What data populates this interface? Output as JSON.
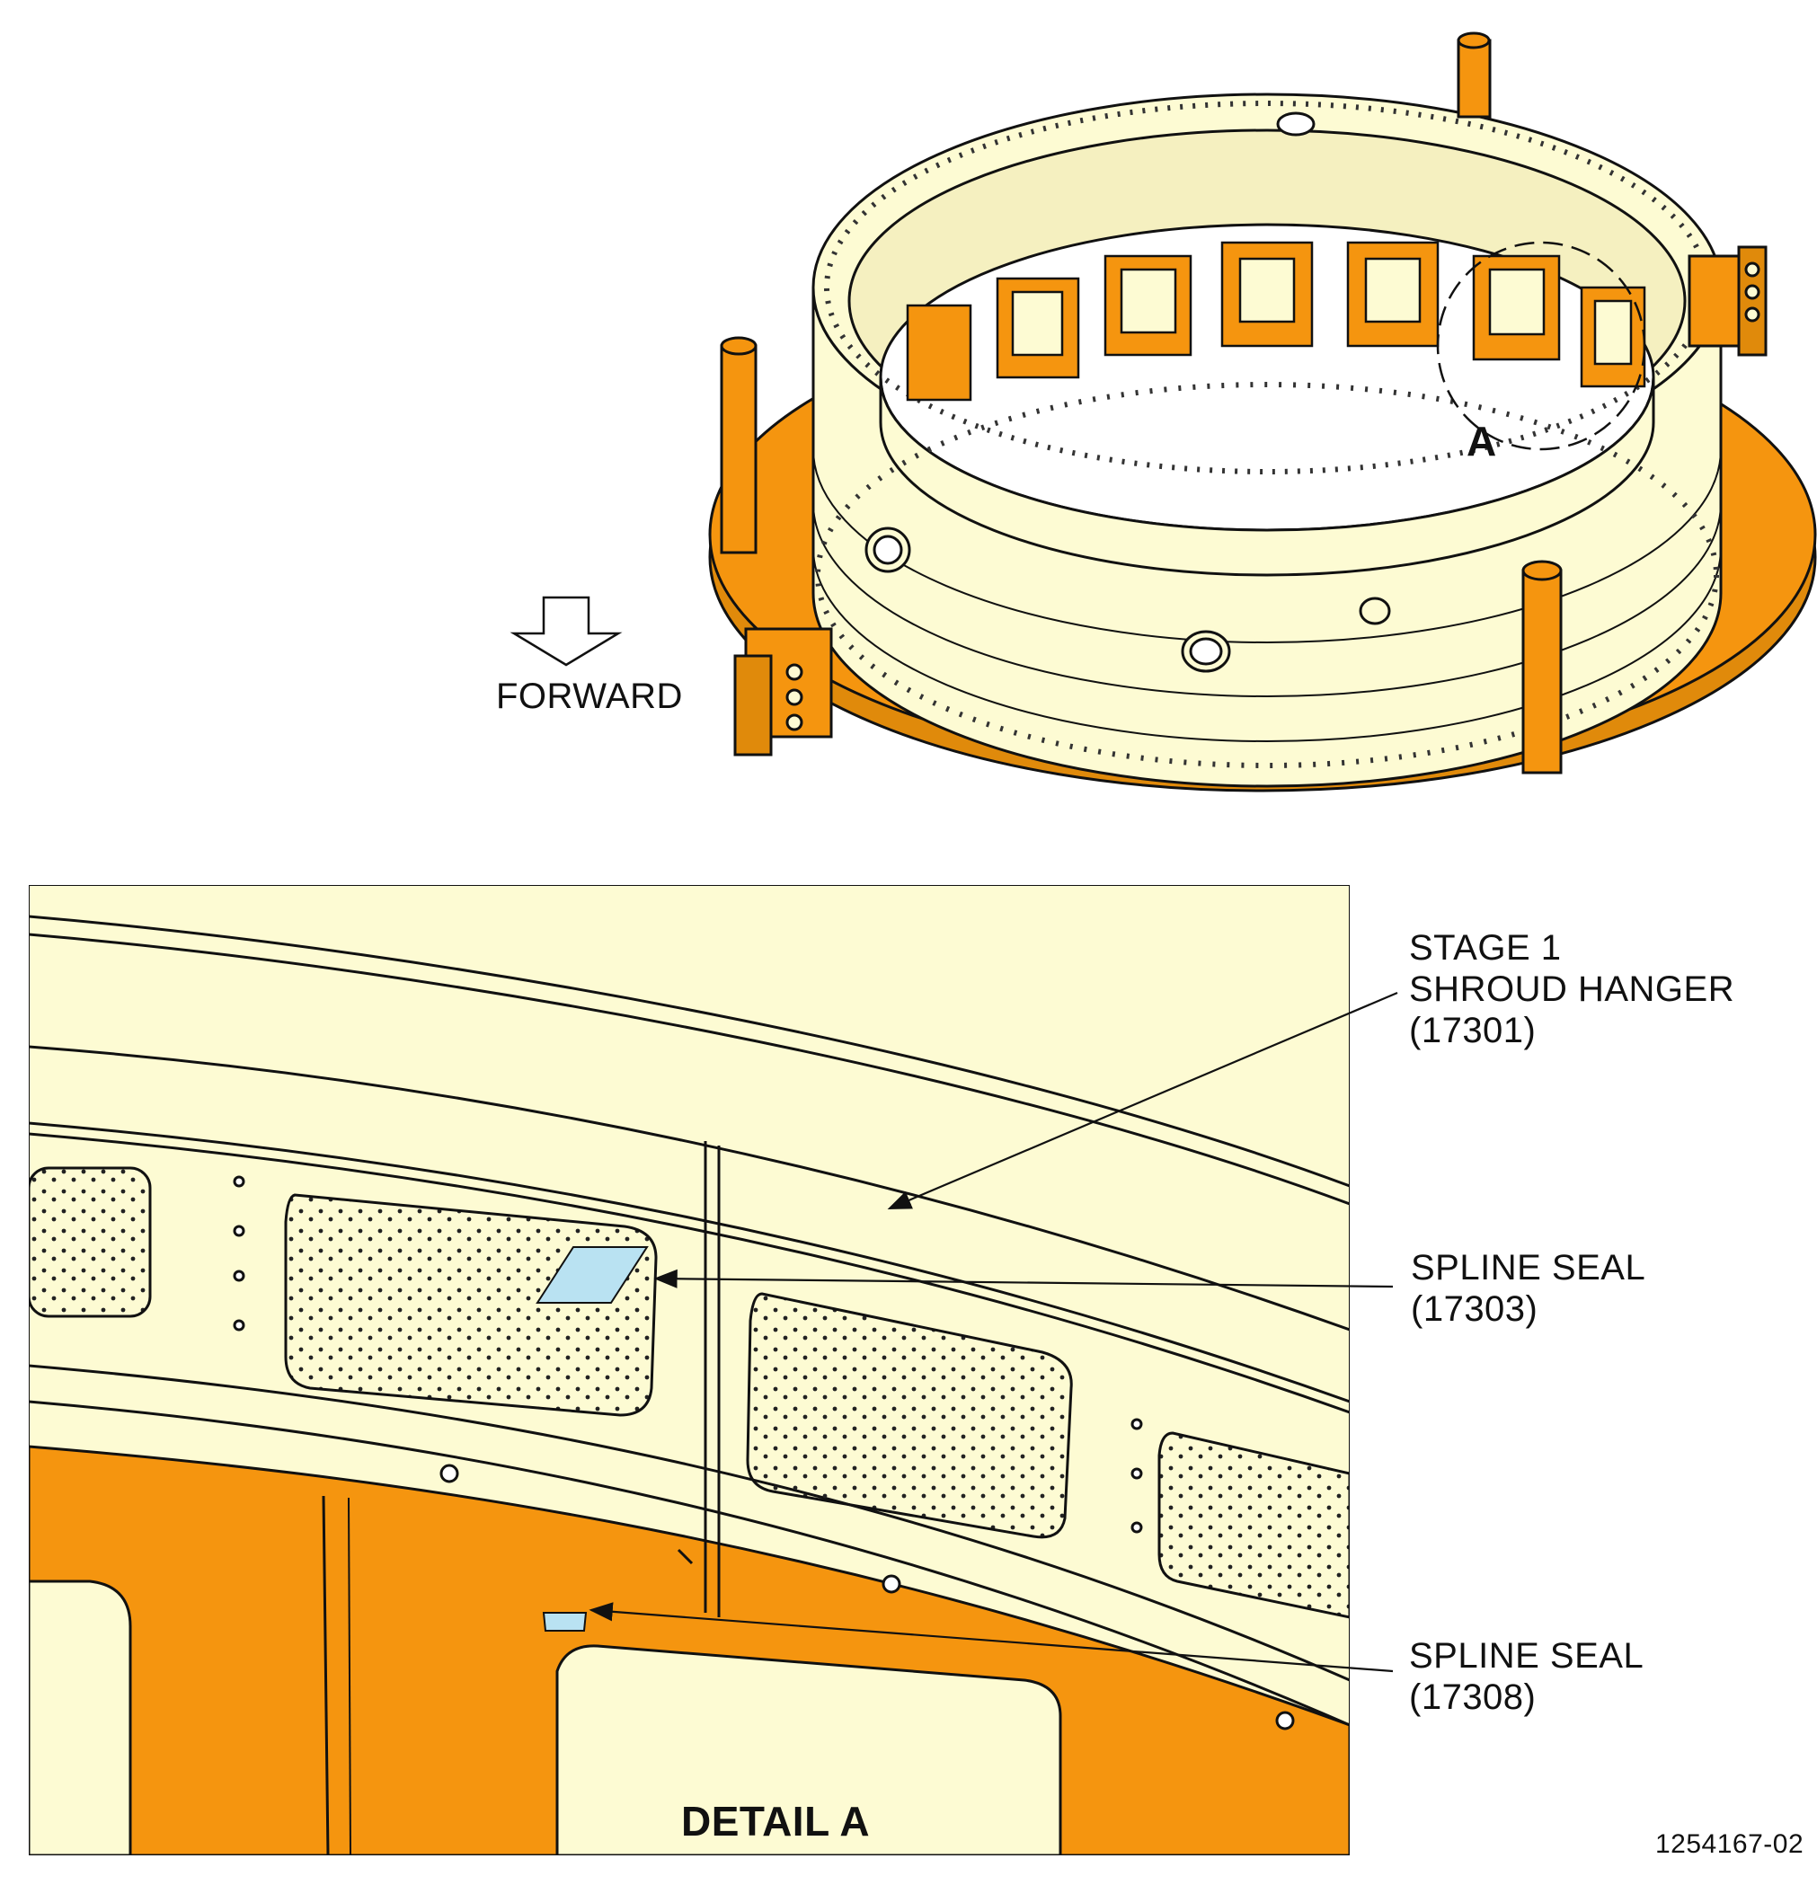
{
  "top_view": {
    "forward_label": "FORWARD",
    "detail_marker": "A"
  },
  "detail": {
    "title": "DETAIL A",
    "callouts": [
      {
        "lines": [
          "STAGE 1",
          "SHROUD HANGER",
          "(17301)"
        ]
      },
      {
        "lines": [
          "SPLINE SEAL",
          "(17303)"
        ]
      },
      {
        "lines": [
          "SPLINE SEAL",
          "(17308)"
        ]
      }
    ]
  },
  "document_number": "1254167-02",
  "colors": {
    "fixture_orange": "#F5950F",
    "part_cream": "#FDFBD3",
    "seal_blue": "#B9E2F2",
    "ink": "#111111"
  }
}
